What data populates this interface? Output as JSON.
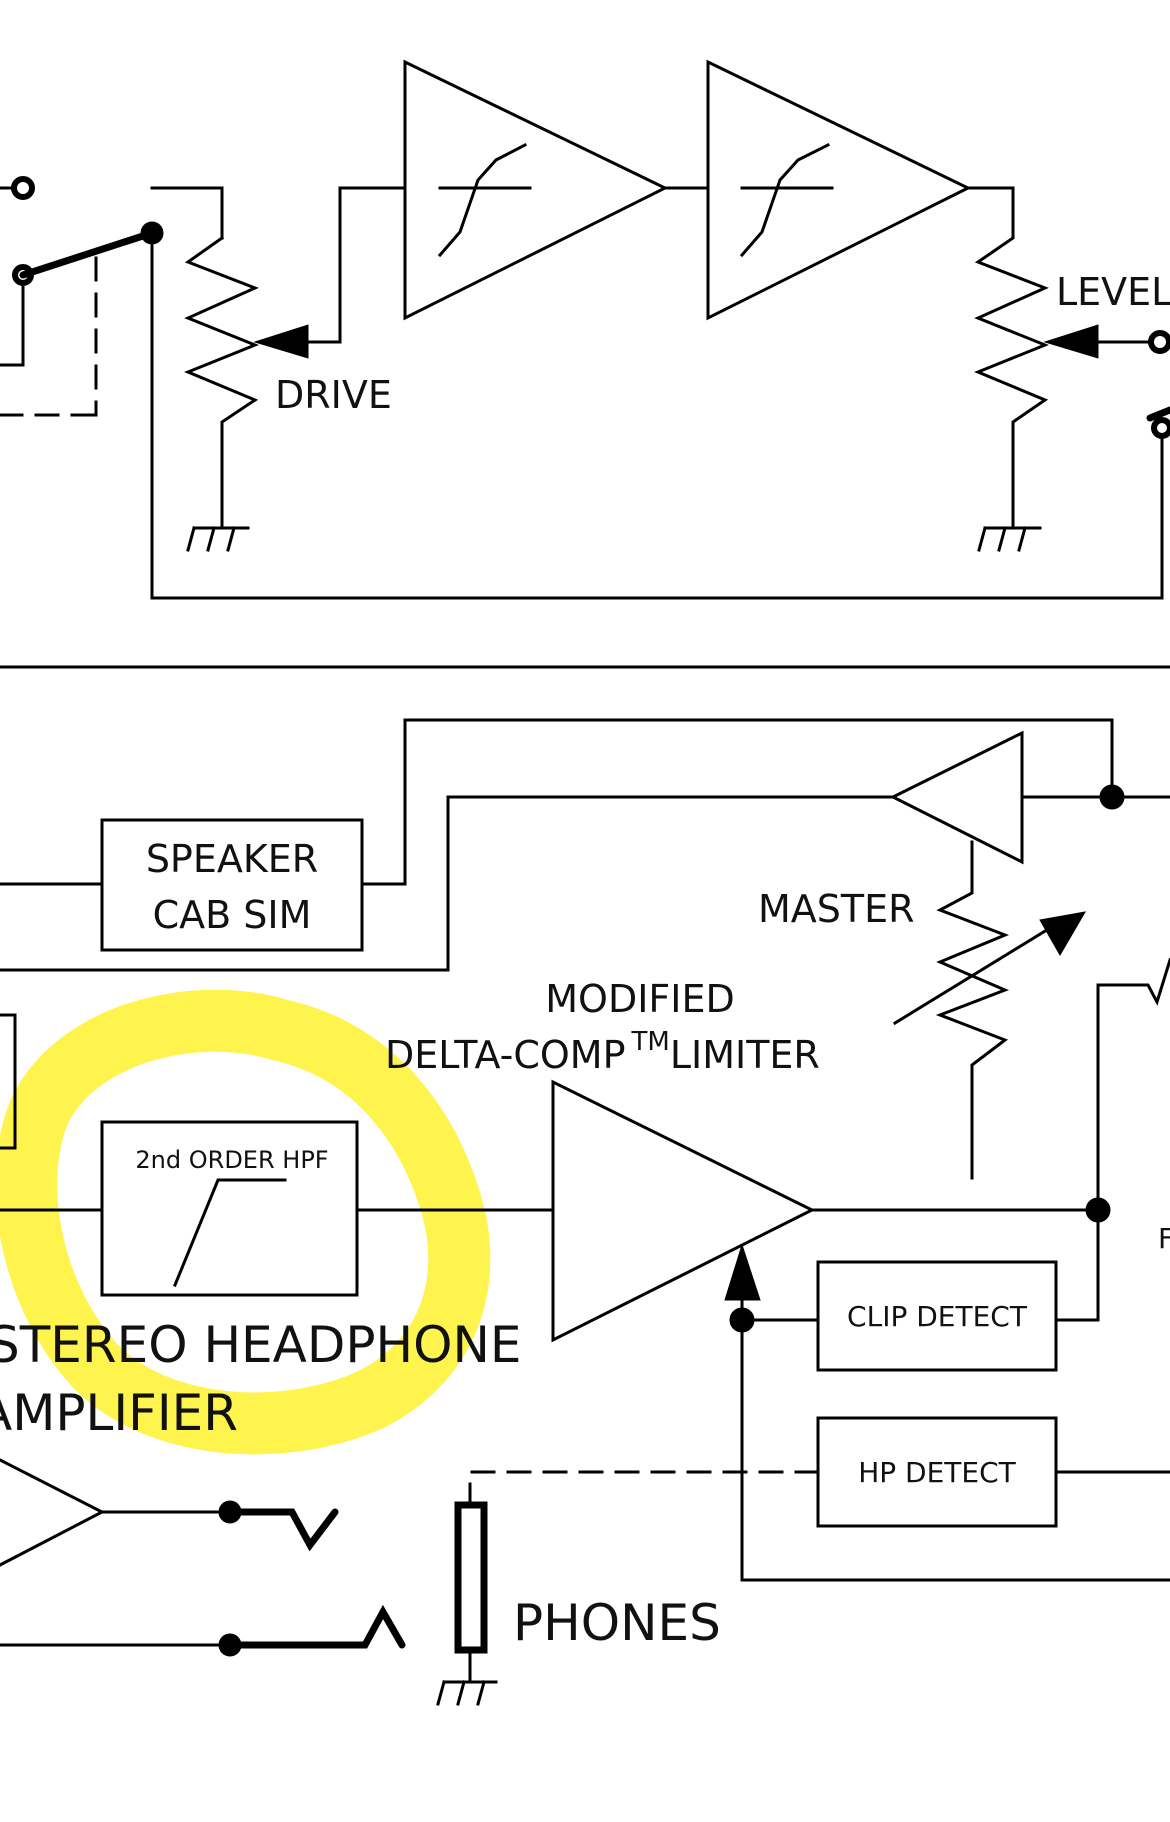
{
  "labels": {
    "drive": "DRIVE",
    "level": "LEVEL",
    "speaker_cab_sim_line1": "SPEAKER",
    "speaker_cab_sim_line2": "CAB SIM",
    "master": "MASTER",
    "limiter_line1": "MODIFIED",
    "limiter_line2_prefix": "DELTA-COMP",
    "limiter_tm": "TM",
    "limiter_line2_suffix": "LIMITER",
    "hpf": "2nd ORDER HPF",
    "clip_detect": "CLIP DETECT",
    "hp_detect": "HP DETECT",
    "headphone_amp_line1": "STEREO HEADPHONE",
    "headphone_amp_line2": "AMPLIFIER",
    "phones": "PHONES",
    "edge_fragment": "F"
  },
  "colors": {
    "highlight": "#fff23a",
    "line": "#000000",
    "background": "#ffffff"
  }
}
